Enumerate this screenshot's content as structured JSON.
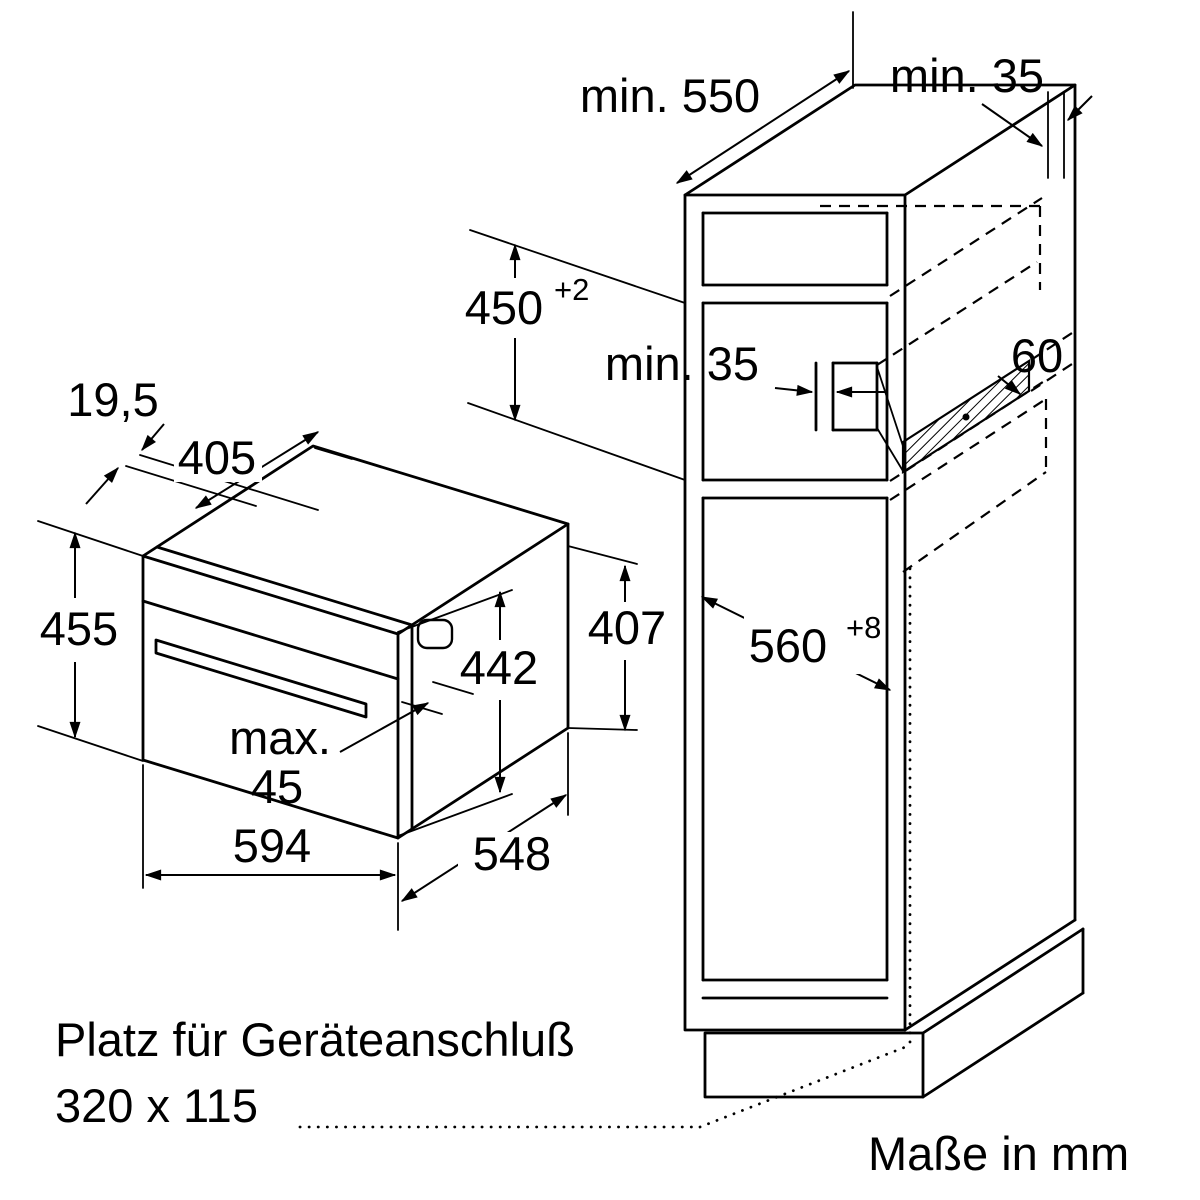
{
  "diagram": {
    "footer": {
      "line1": "Platz für Geräteanschluß",
      "line2": "320 x 115"
    },
    "units_note": "Maße in mm",
    "cabinet": {
      "depth_min": "min. 550",
      "rear_gap_top": "min. 35",
      "niche_height": {
        "value": "450",
        "sup": "+2"
      },
      "rear_gap_niche": "min. 35",
      "vent_width": "60",
      "niche_depth": {
        "value": "560",
        "sup": "+8"
      }
    },
    "oven": {
      "door_proud": "19,5",
      "body_depth": "405",
      "height_front": "455",
      "door_height": "442",
      "height_rear": "407",
      "handle_max_word": "max.",
      "handle_max_value": "45",
      "width": "594",
      "depth": "548"
    },
    "colors": {
      "line": "#000000",
      "background": "#ffffff"
    }
  }
}
